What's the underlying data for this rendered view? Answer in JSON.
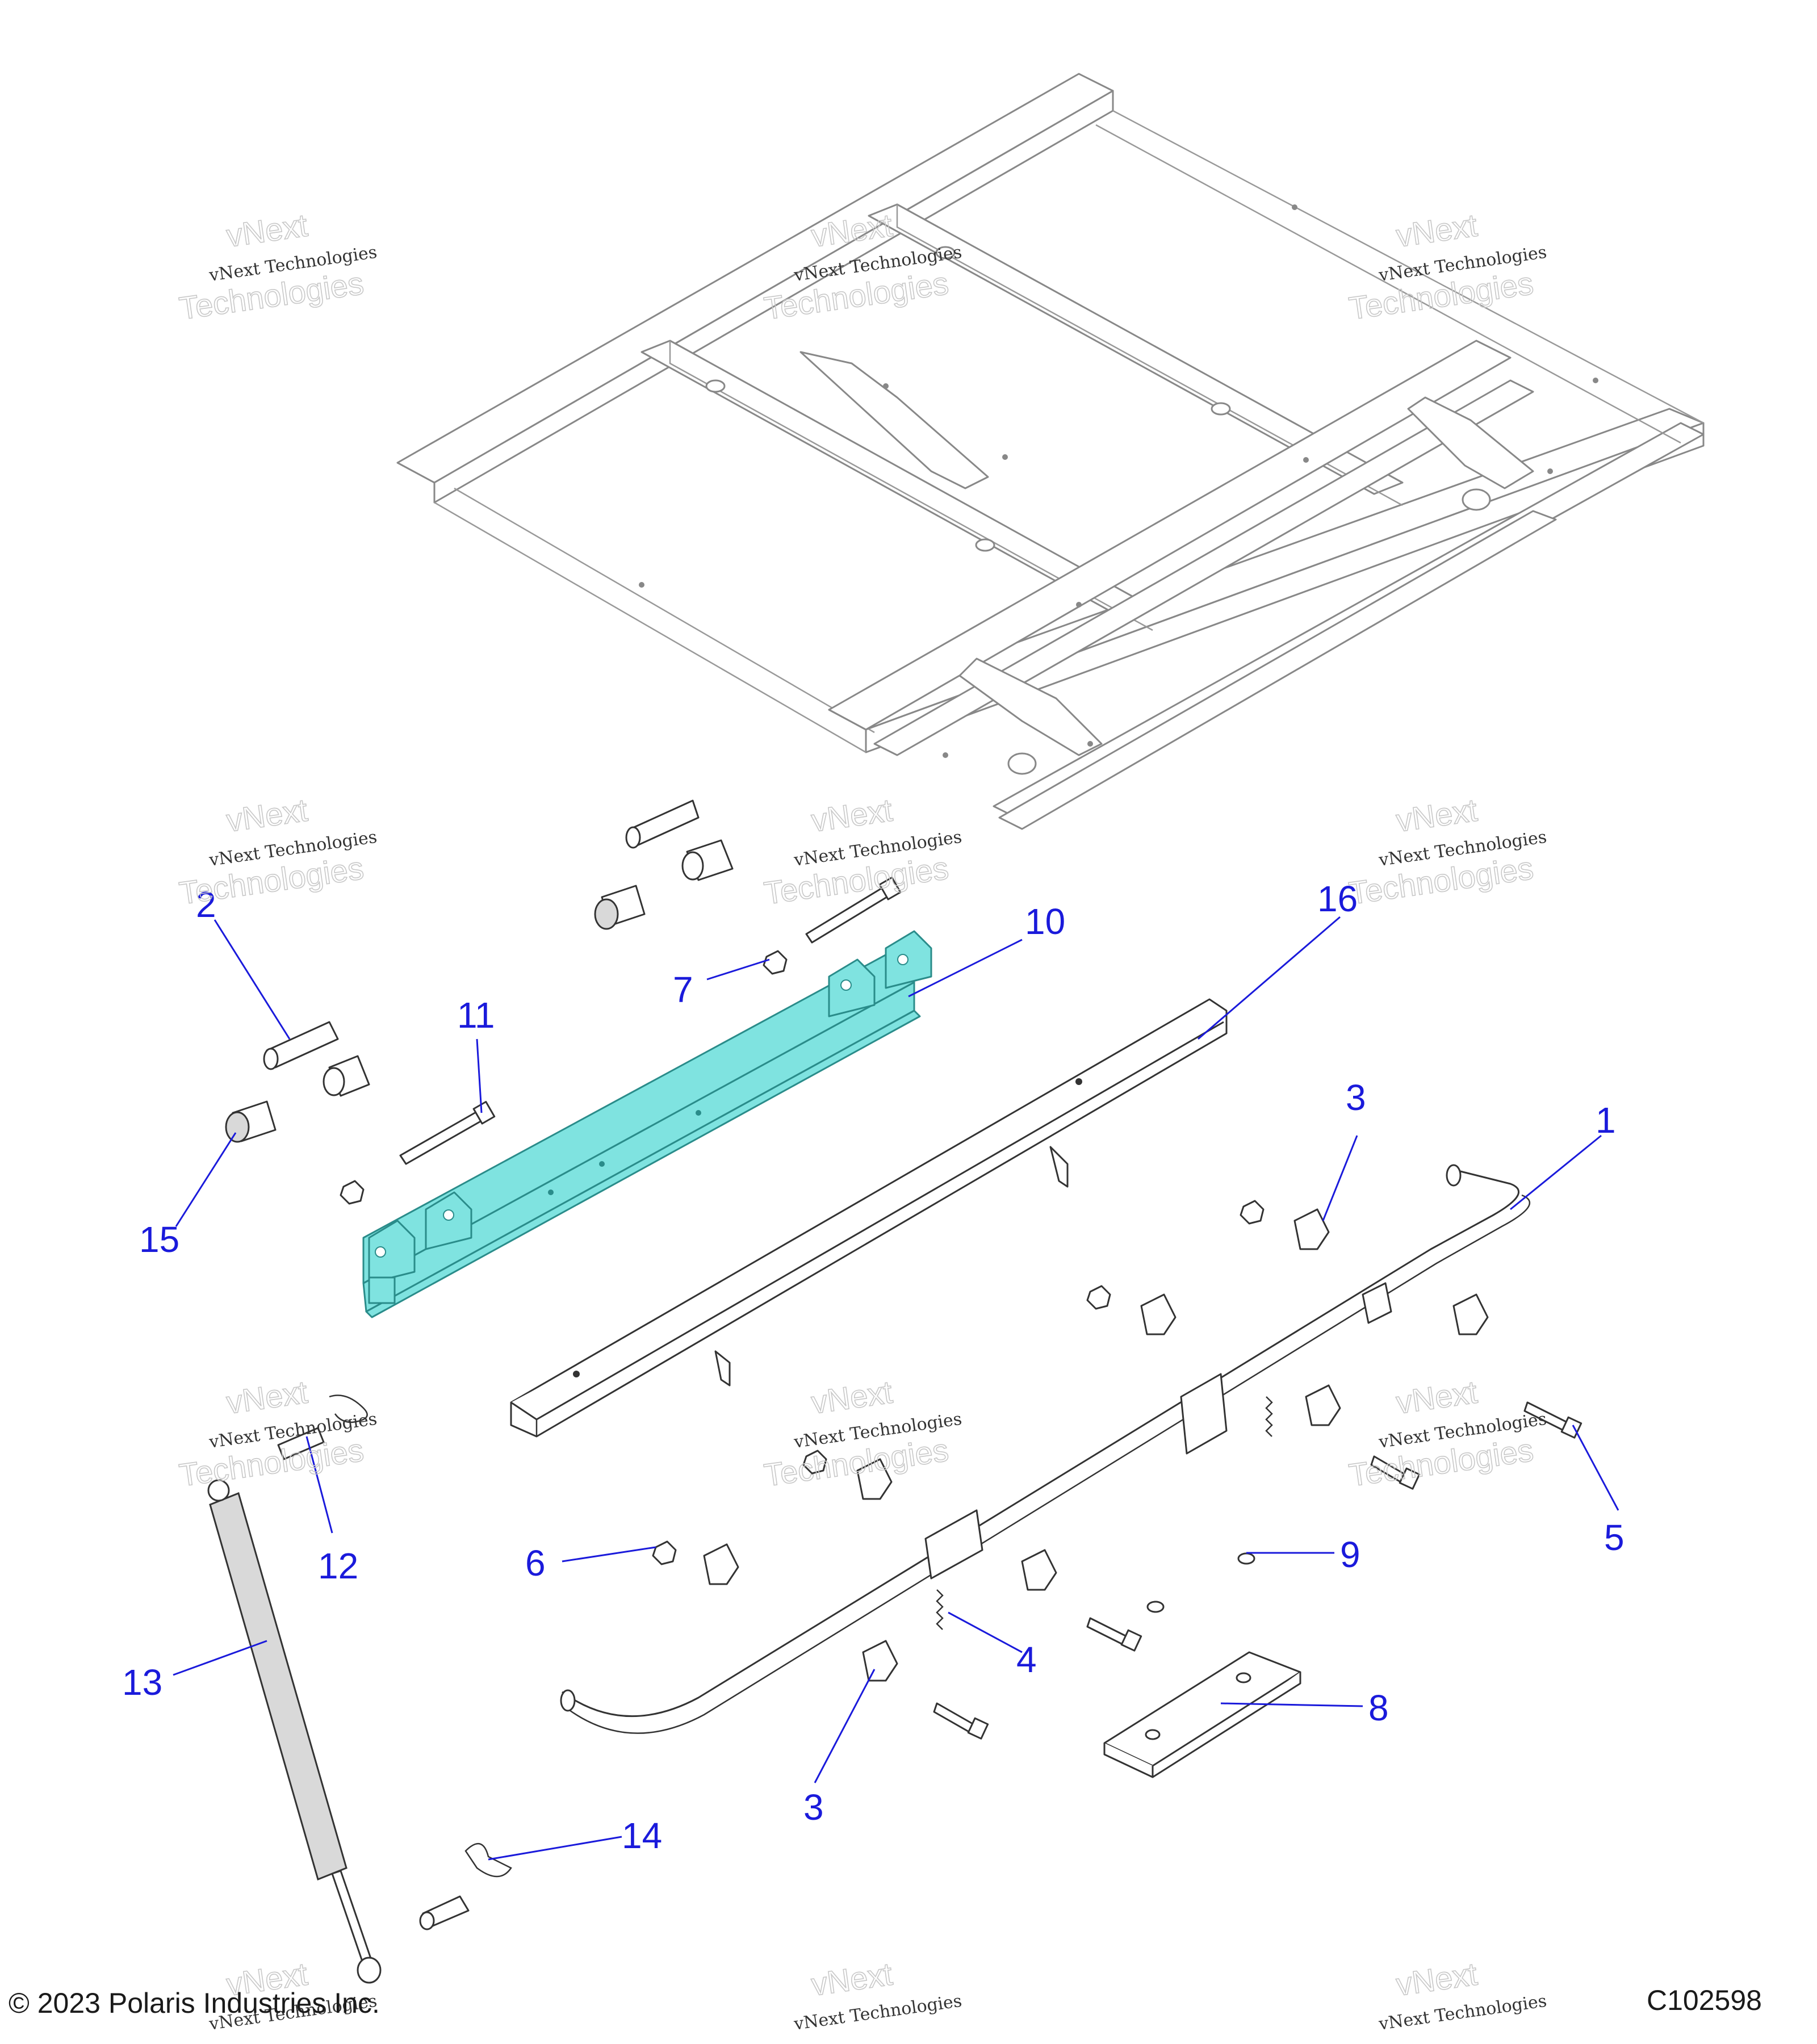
{
  "diagram": {
    "callouts": [
      {
        "id": "1",
        "label": "1"
      },
      {
        "id": "2",
        "label": "2"
      },
      {
        "id": "3a",
        "label": "3"
      },
      {
        "id": "3b",
        "label": "3"
      },
      {
        "id": "4",
        "label": "4"
      },
      {
        "id": "5",
        "label": "5"
      },
      {
        "id": "6",
        "label": "6"
      },
      {
        "id": "7",
        "label": "7"
      },
      {
        "id": "8",
        "label": "8"
      },
      {
        "id": "9",
        "label": "9"
      },
      {
        "id": "10",
        "label": "10"
      },
      {
        "id": "11",
        "label": "11"
      },
      {
        "id": "12",
        "label": "12"
      },
      {
        "id": "13",
        "label": "13"
      },
      {
        "id": "14",
        "label": "14"
      },
      {
        "id": "15",
        "label": "15"
      },
      {
        "id": "16",
        "label": "16"
      }
    ],
    "highlighted_part": "10",
    "highlight_color": "#7fe3e0",
    "callout_color": "#1a1adb"
  },
  "watermark": {
    "line1": "vNext Technologies",
    "line2": "vNext",
    "line3": "Technologies"
  },
  "footer": {
    "copyright": "© 2023 Polaris Industries Inc.",
    "code": "C102598"
  }
}
